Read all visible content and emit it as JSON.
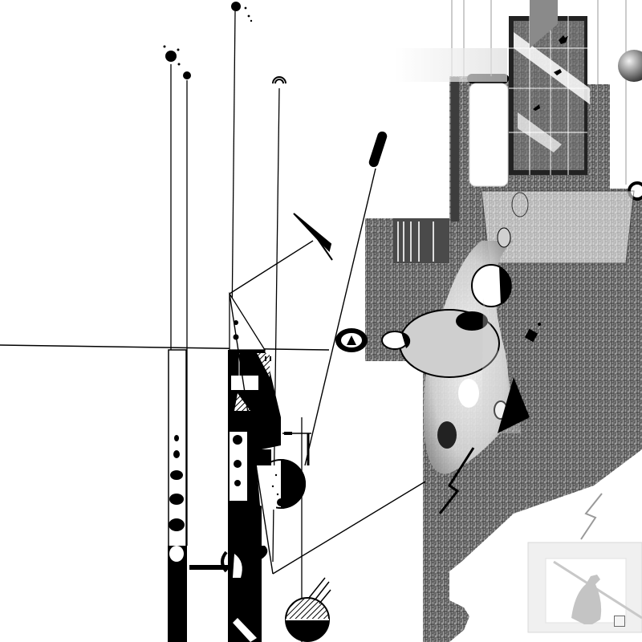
{
  "artwork": {
    "style": "monochrome abstract geometric collage",
    "palette": {
      "ink": "#000000",
      "paper": "#ffffff",
      "mid_gray": "#8f8f8f",
      "light_gray": "#cfcfcf",
      "pale_gray": "#e6e6e6"
    },
    "signature_mark": {
      "text": ""
    },
    "motifs": [
      "bird-silhouette",
      "vertical-stems",
      "maze-texture",
      "ovals",
      "dots",
      "zigzag-bolt"
    ]
  }
}
